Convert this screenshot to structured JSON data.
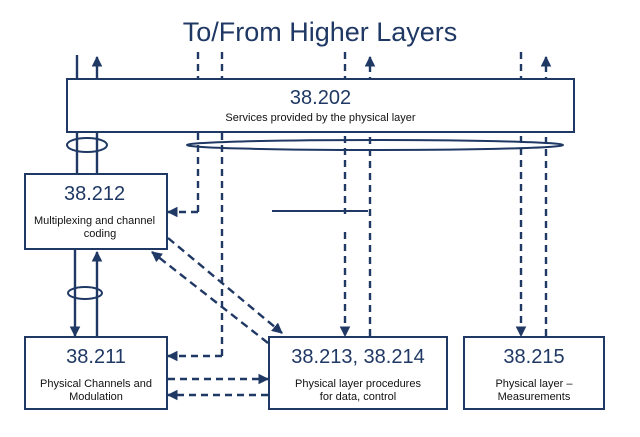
{
  "title": "To/From Higher Layers",
  "boxes": {
    "b202": {
      "number": "38.202",
      "desc": "Services provided by the physical layer"
    },
    "b212": {
      "number": "38.212",
      "desc_line1": "Multiplexing and channel",
      "desc_line2": "coding"
    },
    "b211": {
      "number": "38.211",
      "desc_line1": "Physical Channels and",
      "desc_line2": "Modulation"
    },
    "b213": {
      "number": "38.213, 38.214",
      "desc_line1": "Physical layer procedures",
      "desc_line2": "for data, control"
    },
    "b215": {
      "number": "38.215",
      "desc_line1": "Physical layer –",
      "desc_line2": "Measurements"
    }
  },
  "colors": {
    "line": "#1f3864",
    "box_border": "#1f3864",
    "title": "#1f3864",
    "background": "#ffffff"
  }
}
